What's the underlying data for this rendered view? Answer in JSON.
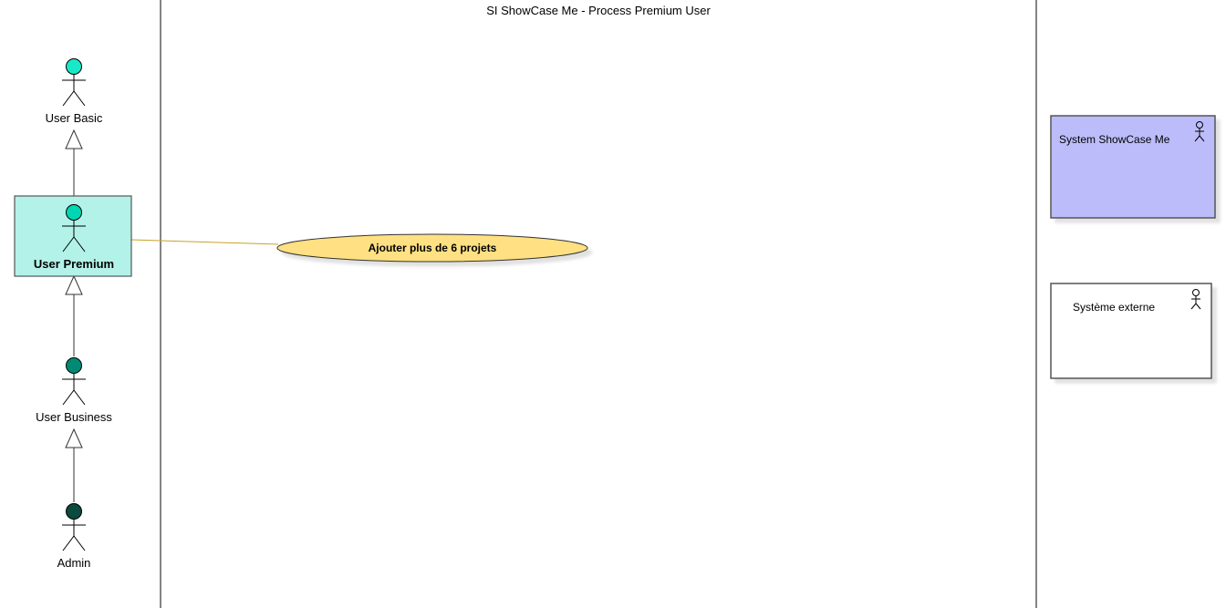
{
  "diagram": {
    "title": "SI ShowCase Me - Process Premium User",
    "actors": {
      "user_basic": {
        "label": "User Basic",
        "color": "#19e8c8"
      },
      "user_premium": {
        "label": "User Premium",
        "color": "#00d6b2",
        "highlight": "#b3f2e8"
      },
      "user_business": {
        "label": "User Business",
        "color": "#008a74"
      },
      "admin": {
        "label": "Admin",
        "color": "#0b4a3e"
      }
    },
    "use_cases": [
      {
        "label": "Ajouter plus de 6 projets",
        "color": "#ffe082"
      }
    ],
    "legend": {
      "system_showcase": {
        "label": "System ShowCase Me",
        "color": "#bcbcfb"
      },
      "systeme_externe": {
        "label": "Système externe",
        "color": "#ffffff"
      }
    }
  }
}
